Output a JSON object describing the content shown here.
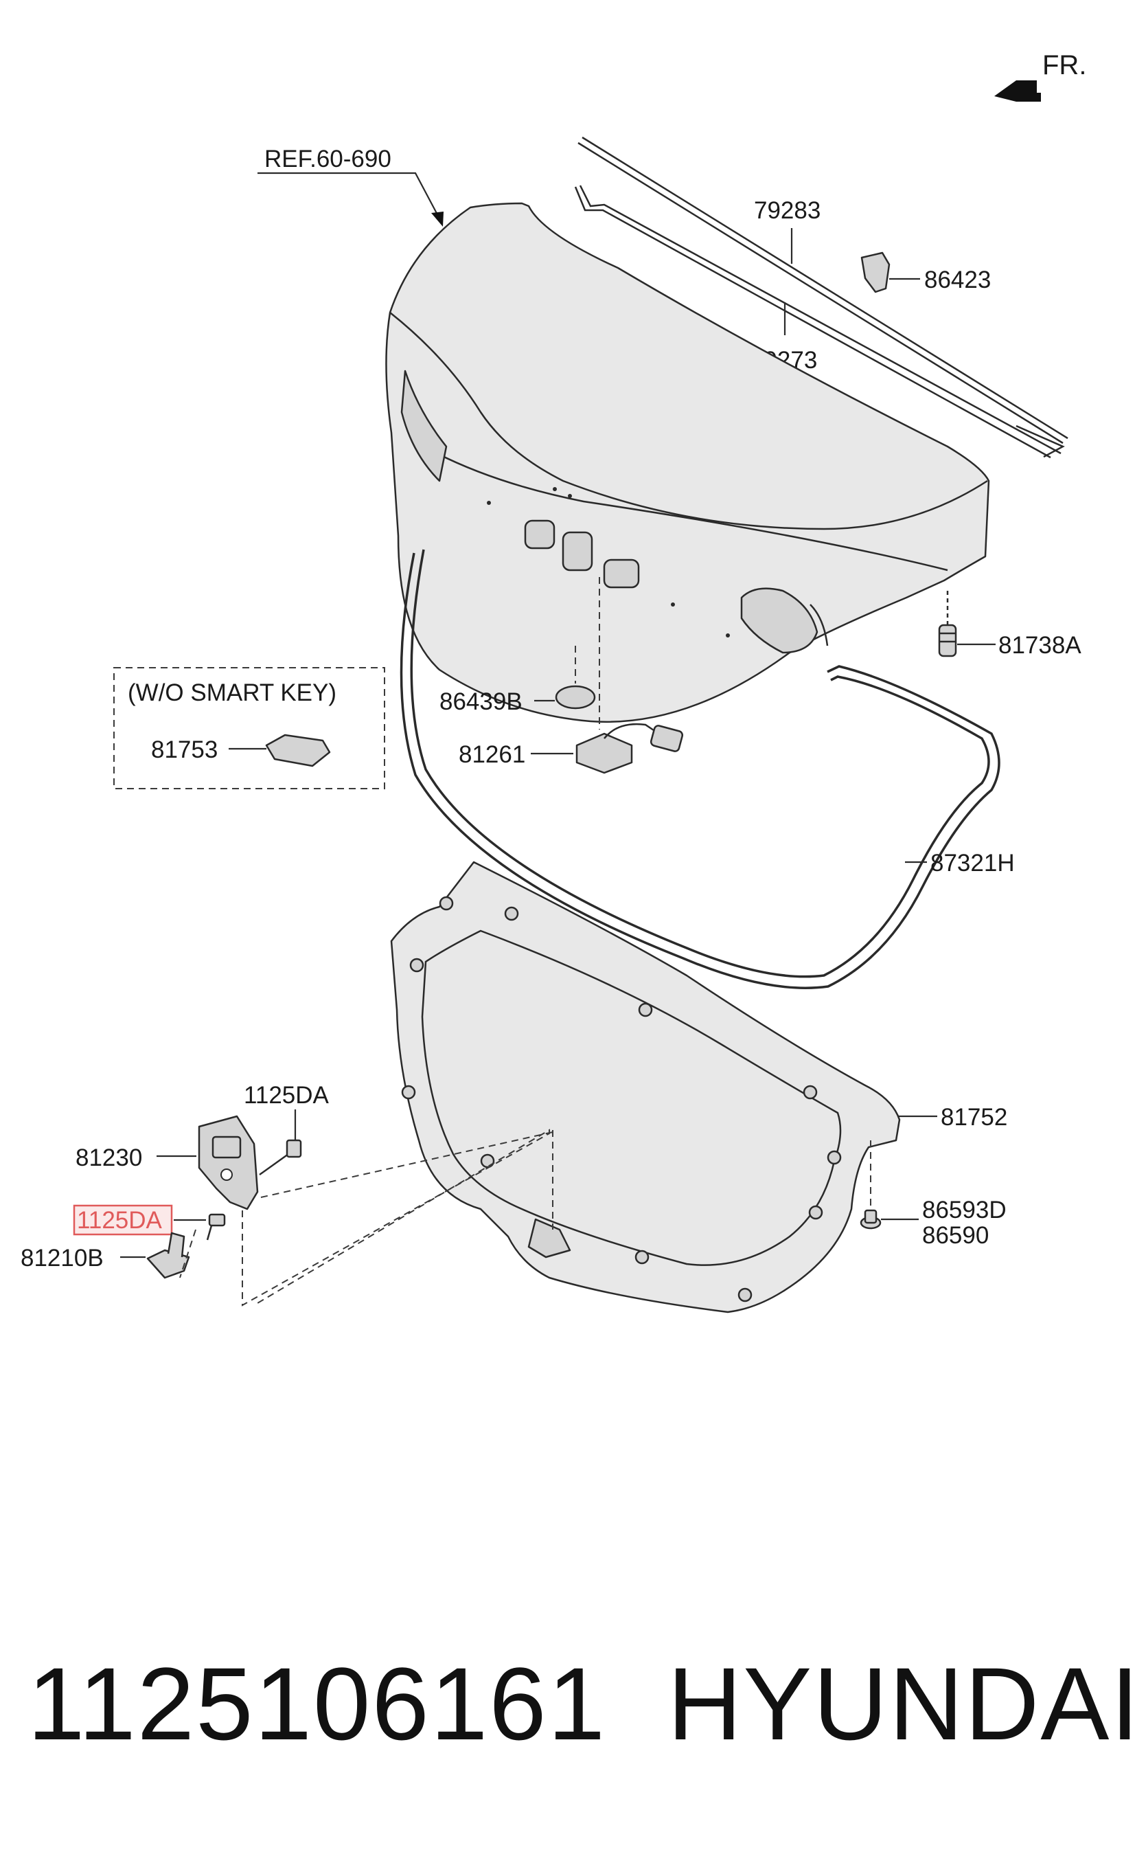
{
  "direction": {
    "text": "FR."
  },
  "ref_label": "REF.60-690",
  "group_label": "(W/O SMART KEY)",
  "parts": {
    "p79283": "79283",
    "p86423": "86423",
    "p79273": "79273",
    "p81738A": "81738A",
    "p86439B": "86439B",
    "p81261": "81261",
    "p81753": "81753",
    "p87321H": "87321H",
    "p1125DA_top": "1125DA",
    "p81230": "81230",
    "p1125DA_hl": "1125DA",
    "p81752": "81752",
    "p81210B": "81210B",
    "p86593D": "86593D",
    "p86590": "86590"
  },
  "highlight_color": "#e05a5a",
  "footer": {
    "part_number": "1125106161",
    "brand": "HYUNDAI"
  }
}
